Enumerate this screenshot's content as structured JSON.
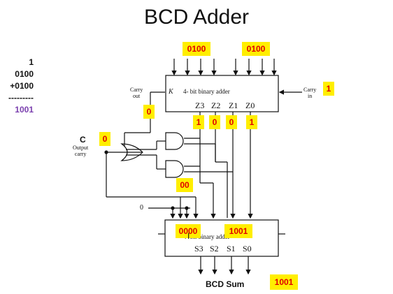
{
  "title": "BCD Adder",
  "calculation": {
    "carry": "1",
    "operand_a": "0100",
    "operand_b": "+0100",
    "divider": "---------",
    "result": "1001"
  },
  "top_adder": {
    "label": "4- bit binary adder",
    "k_label": "K",
    "carry_out_label": [
      "Carry",
      "out"
    ],
    "carry_in_label": [
      "Carry",
      "in"
    ],
    "outputs": [
      "Z3",
      "Z2",
      "Z1",
      "Z0"
    ]
  },
  "bottom_adder": {
    "label": "4- bit binary adder",
    "outputs": [
      "S3",
      "S2",
      "S1",
      "S0"
    ]
  },
  "output_carry": {
    "letter": "C",
    "label": [
      "Output",
      "carry"
    ]
  },
  "zero_input": "0",
  "bcd_sum_label": "BCD Sum",
  "highlights": {
    "input_a": "0100",
    "input_b": "0100",
    "carry_in": "1",
    "carry_out": "0",
    "output_carry": "0",
    "z3": "1",
    "z2": "0",
    "z1": "0",
    "z0": "1",
    "correction": "00",
    "bottom_input": "0000",
    "bottom_sum": "1001",
    "bcd_sum": "1001"
  },
  "colors": {
    "highlight_bg": "#ffee00",
    "highlight_text": "#e00000",
    "result_text": "#7a3fae"
  }
}
